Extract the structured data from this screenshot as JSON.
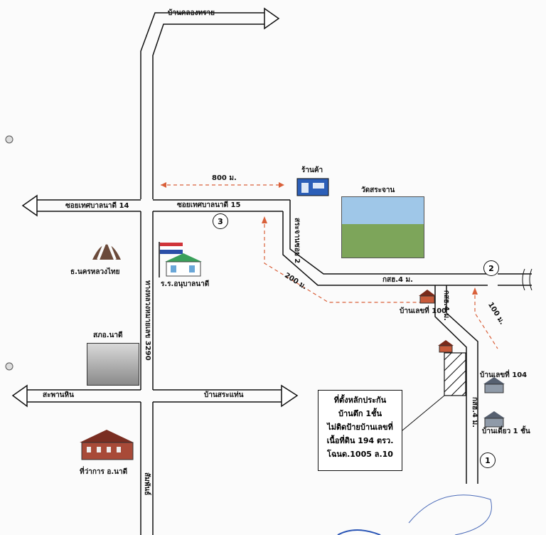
{
  "roads": {
    "khlong_sai": "บ้านคลองทราย",
    "soi14": "ซอยเทศบาลนาดี 14",
    "soi15": "ซอยเทศบาลนาดี 15",
    "sa_chan_soi2": "สระจานซอย 2",
    "route3290": "ทางหลวงหมายเลข 3290",
    "ks4_m": "กสฮ.4 ม.",
    "ks4_vertical": "กสฮ.4 ม.",
    "ks4_right": "กสฮ.4 ม.",
    "saphan_hin": "สะพานหิน",
    "ban_sa_pan": "บ้านสระแท่น",
    "samphan": "สัมพันธ์"
  },
  "distances": {
    "d800": "800 ม.",
    "d200": "200 ม.",
    "d100": "100 ม."
  },
  "places": {
    "shop": "ร้านค้า",
    "temple": "วัดสระจาน",
    "bank": "ธ.นครหลวงไทย",
    "school": "ร.ร.อนุบาลนาดี",
    "police": "สภอ.นาดี",
    "district": "ที่ว่าการ อ.นาดี",
    "house_100": "บ้านเลขที่ 100",
    "house_104": "บ้านเลขที่ 104",
    "house_single": "บ้านเดี่ยว 1 ชั้น"
  },
  "markers": {
    "m1": "1",
    "m2": "2",
    "m3": "3"
  },
  "note": {
    "line1": "ที่ตั้งหลักประกัน",
    "line2": "บ้านตึก 1ชั้น",
    "line3": "ไม่ติดป้ายบ้านเลขที่",
    "line4": "เนื้อที่ดิน 194 ตรว.",
    "line5": "โฉนด.1005 ล.10"
  },
  "colors": {
    "road": "#111111",
    "dashed": "#d9603a",
    "bank": "#6b4a3a"
  }
}
